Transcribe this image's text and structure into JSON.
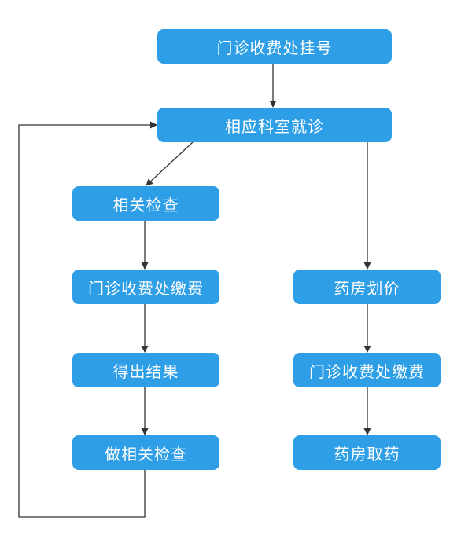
{
  "nodes": {
    "registration": "门诊收费处挂号",
    "consultation": "相应科室就诊",
    "examination": "相关检查",
    "left_payment": "门诊收费处缴费",
    "results": "得出结果",
    "do_examination": "做相关检查",
    "pharmacy_pricing": "药房划价",
    "right_payment": "门诊收费处缴费",
    "pharmacy_pickup": "药房取药"
  },
  "colors": {
    "node_fill": "#2e9ee6",
    "node_text": "#ffffff",
    "connector": "#333333"
  }
}
